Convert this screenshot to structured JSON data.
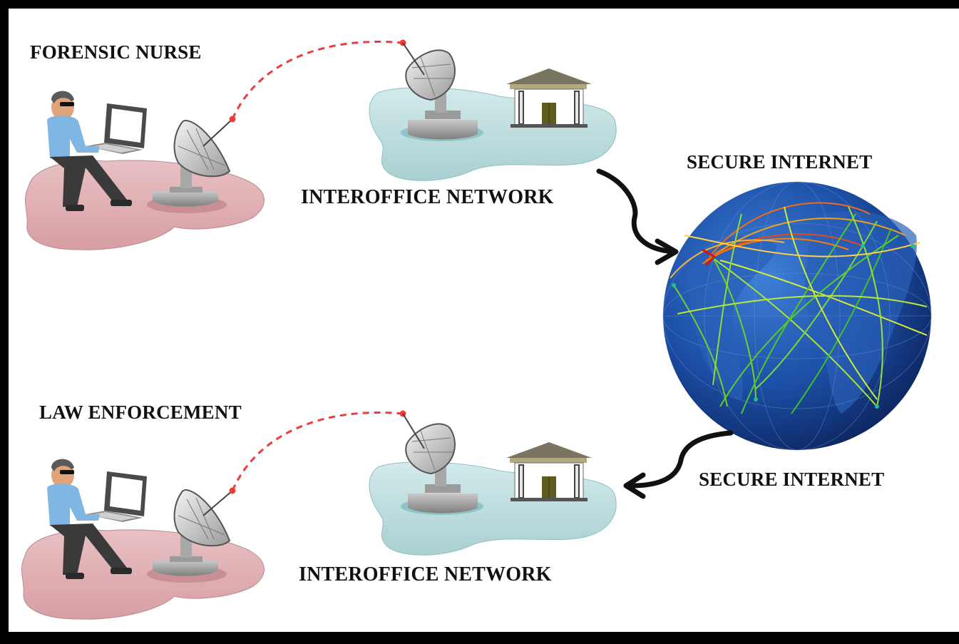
{
  "nodes": {
    "forensic_nurse": "FORENSIC NURSE",
    "law_enforcement": "LAW ENFORCEMENT",
    "interoffice_top": "INTEROFFICE NETWORK",
    "interoffice_bottom": "INTEROFFICE NETWORK",
    "secure_internet_top": "SECURE INTERNET",
    "secure_internet_bottom": "SECURE INTERNET"
  },
  "colors": {
    "frame": "#000000",
    "canvas": "#ffffff",
    "user_island": "#e3b6b9",
    "office_island": "#c6e2e3",
    "link_dash": "#ee3b3b",
    "arrow": "#111111",
    "globe": "#1c4fa6"
  }
}
